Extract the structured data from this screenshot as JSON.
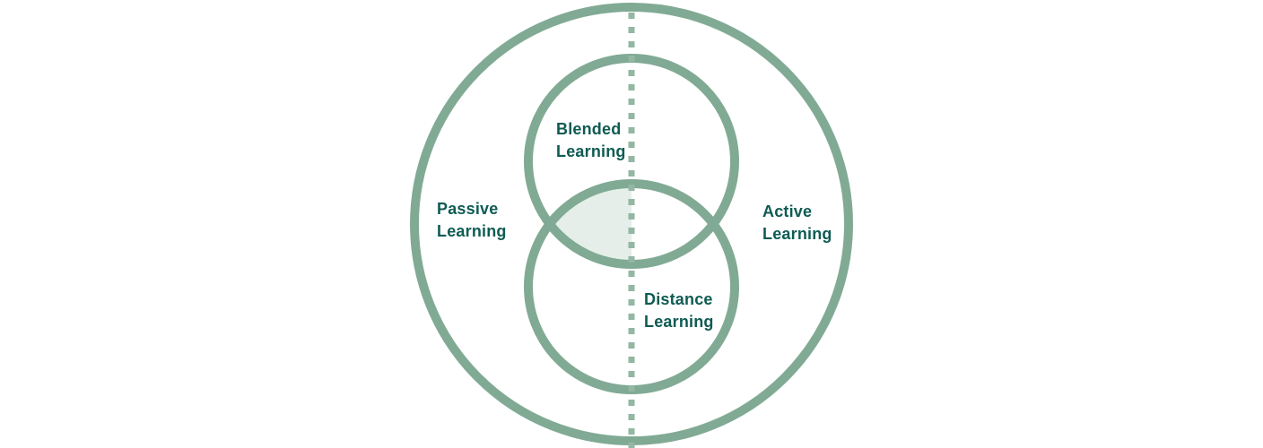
{
  "colors": {
    "background": "#ffffff",
    "ring": "#81aa94",
    "divider": "#93b7a3",
    "overlap": "#e5eee8",
    "label": "#0e5b53"
  },
  "diagram": {
    "type": "venn",
    "outer_left_label": "Passive\nLearning",
    "outer_right_label": "Active\nLearning",
    "top_circle_label": "Blended\nLearning",
    "bottom_circle_label": "Distance\nLearning",
    "shaded_region": "left half of overlap between Blended Learning and Distance Learning circles"
  }
}
